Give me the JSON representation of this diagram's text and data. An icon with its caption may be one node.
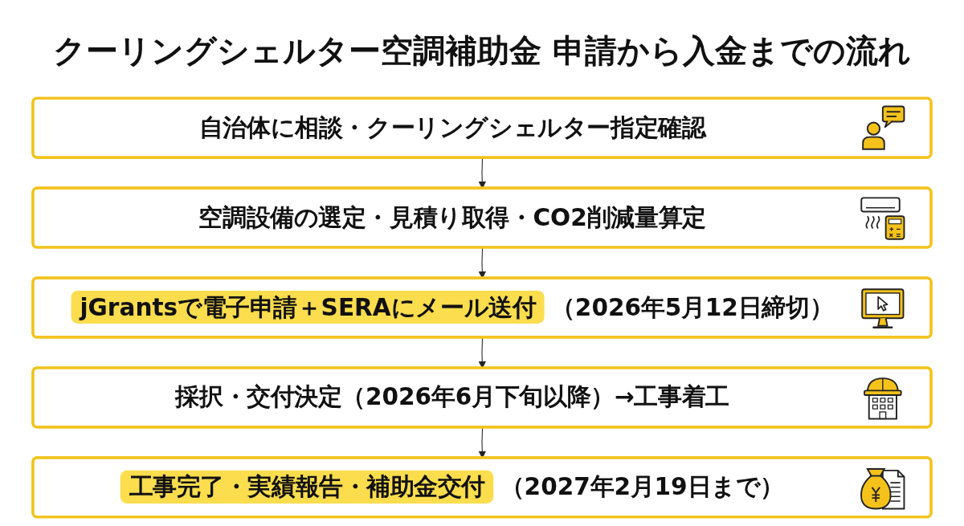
{
  "diagram": {
    "title": "クーリングシェルター空調補助金 申請から入金までの流れ",
    "nodes": [
      {
        "text": [
          "自治体に相談・クーリングシェルター指定確認"
        ]
      },
      {
        "text": [
          "空調設備の選定・見積り取得・CO2削減量算定"
        ]
      },
      {
        "text": [
          "jGrantsで電子申請＋SERAにメール送付",
          "（2026年5月12日締切）"
        ]
      },
      {
        "text": [
          "採択・交付決定（2026年6月下旬以降）→工事着工"
        ]
      },
      {
        "text": [
          "工事完了・実績報告・補助金交付",
          "（2027年2月19日まで）"
        ]
      }
    ],
    "edges": [
      {
        "from": 0,
        "to": 1,
        "arrow": "to"
      },
      {
        "from": 1,
        "to": 2,
        "arrow": "to"
      },
      {
        "from": 2,
        "to": 3,
        "arrow": "to"
      },
      {
        "from": 3,
        "to": 4,
        "arrow": "to"
      }
    ]
  }
}
